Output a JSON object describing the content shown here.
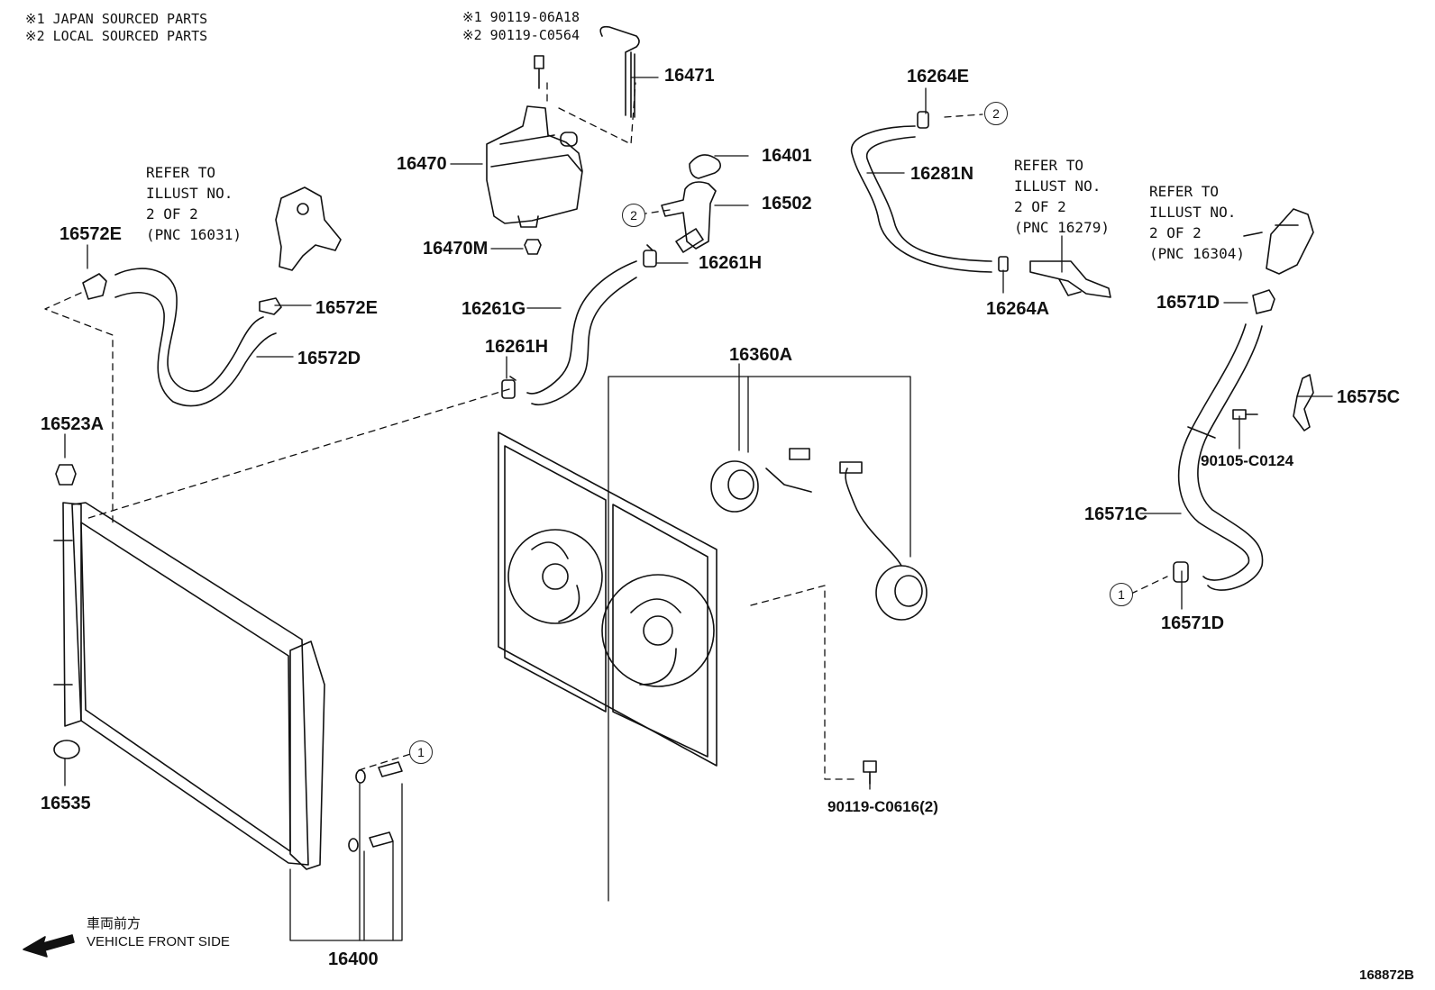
{
  "notes": {
    "japan": "※1 JAPAN SOURCED PARTS",
    "local": "※2 LOCAL SOURCED PARTS",
    "bolt1": "※1 90119-06A18",
    "bolt2": "※2 90119-C0564"
  },
  "refs": {
    "r16031": [
      "REFER TO",
      "ILLUST NO.",
      "2 OF 2",
      "(PNC 16031)"
    ],
    "r16279": [
      "REFER TO",
      "ILLUST NO.",
      "2 OF 2",
      "(PNC 16279)"
    ],
    "r16304": [
      "REFER TO",
      "ILLUST NO.",
      "2 OF 2",
      "(PNC 16304)"
    ]
  },
  "parts": {
    "p16471": "16471",
    "p16470": "16470",
    "p16470M": "16470M",
    "p16401": "16401",
    "p16502": "16502",
    "p16261H_top": "16261H",
    "p16261G": "16261G",
    "p16261H_low": "16261H",
    "p16264E": "16264E",
    "p16281N": "16281N",
    "p16264A": "16264A",
    "p16572E_left": "16572E",
    "p16572E_right": "16572E",
    "p16572D": "16572D",
    "p16523A": "16523A",
    "p16535": "16535",
    "p16400": "16400",
    "p16360A": "16360A",
    "p90119C0616": "90119-C0616(2)",
    "p16571D_top": "16571D",
    "p16575C": "16575C",
    "p90105C0124": "90105-C0124",
    "p16571C": "16571C",
    "p16571D_low": "16571D"
  },
  "callouts": {
    "one": "1",
    "two": "2"
  },
  "front": {
    "jp": "車両前方",
    "en": "VEHICLE FRONT SIDE"
  },
  "illustration_number": "168872B"
}
